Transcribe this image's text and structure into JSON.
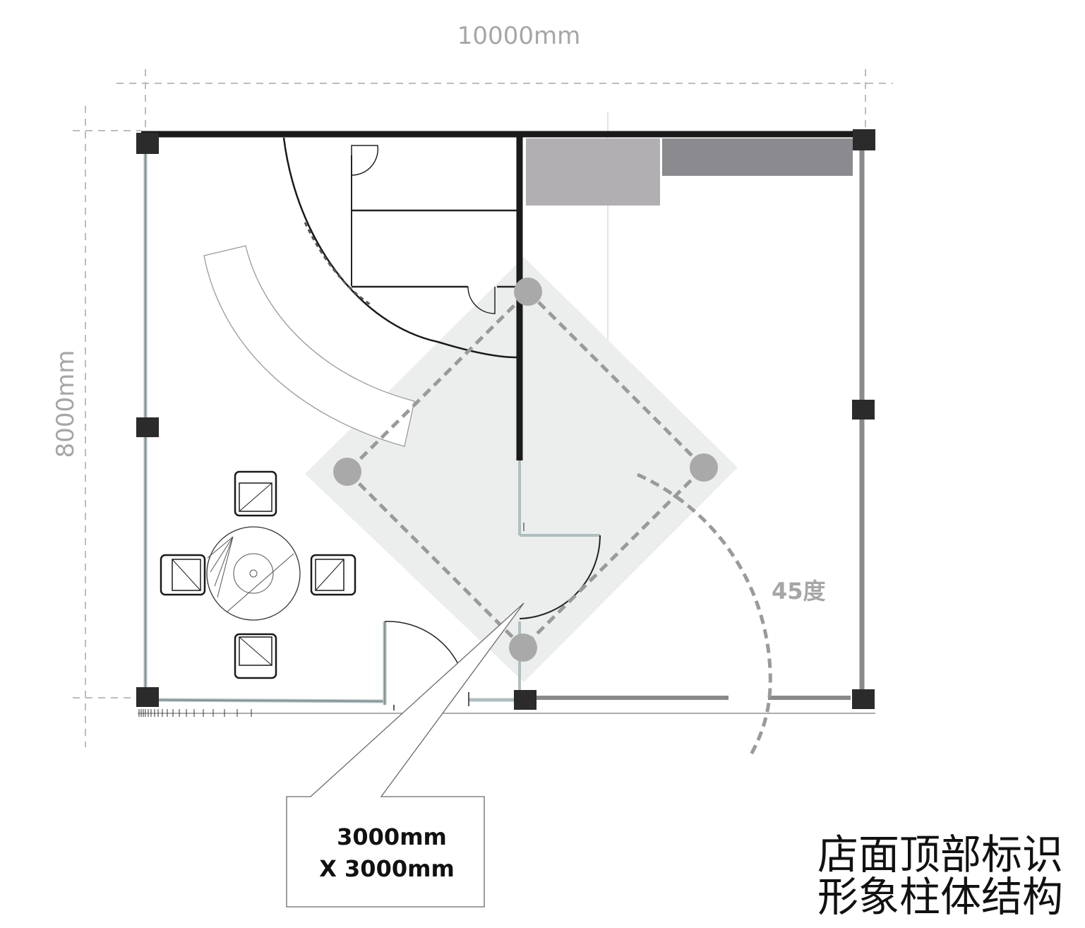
{
  "dimensions": {
    "width_label": "10000mm",
    "height_label": "8000mm"
  },
  "angle_label": "45度",
  "callout": {
    "line1": "3000mm",
    "line2": "X 3000mm"
  },
  "title": {
    "line1": "店面顶部标识",
    "line2": "形象柱体结构"
  },
  "colors": {
    "wall": "#1a1a1a",
    "column": "#2b2b2b",
    "glass": "#aebfc0",
    "dim_line": "#bdbdbd",
    "dim_text": "#a6a6a6",
    "diamond_fill": "#eceeed",
    "dashed_guide": "#9a9a9a",
    "counter_light": "#b1afb1",
    "counter_dark": "#8b8a8f"
  }
}
